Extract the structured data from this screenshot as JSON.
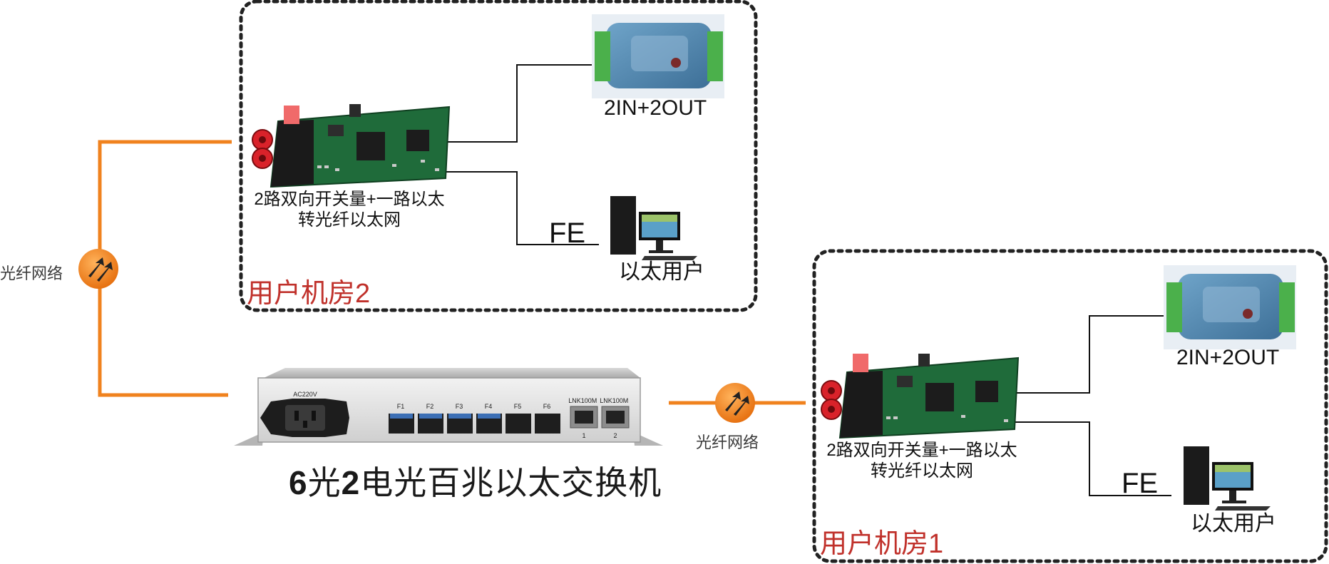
{
  "network_label": "光纤网络",
  "room2": {
    "title": "用户机房2",
    "device_label_line1": "2路双向开关量+一路以太",
    "device_label_line2": "转光纤以太网",
    "io_label": "2IN+2OUT",
    "fe_label": "FE",
    "user_label": "以太用户"
  },
  "room1": {
    "title": "用户机房1",
    "device_label_line1": "2路双向开关量+一路以太",
    "device_label_line2": "转光纤以太网",
    "io_label": "2IN+2OUT",
    "fe_label": "FE",
    "user_label": "以太用户"
  },
  "switch": {
    "title_parts": [
      "6",
      "光",
      "2",
      "电光百兆以太交换机"
    ],
    "power_label": "AC220V",
    "fiber_ports": [
      "F1",
      "F2",
      "F3",
      "F4",
      "F5",
      "F6"
    ],
    "rj45_header": [
      "LNK",
      "100M",
      "LNK",
      "100M"
    ],
    "rj45_ports": [
      "1",
      "2"
    ]
  },
  "colors": {
    "fiber_line": "#f0821e",
    "room_title": "#c0312b",
    "pcb_green": "#1f6b3a",
    "fiber_connector": "#d9222a"
  }
}
